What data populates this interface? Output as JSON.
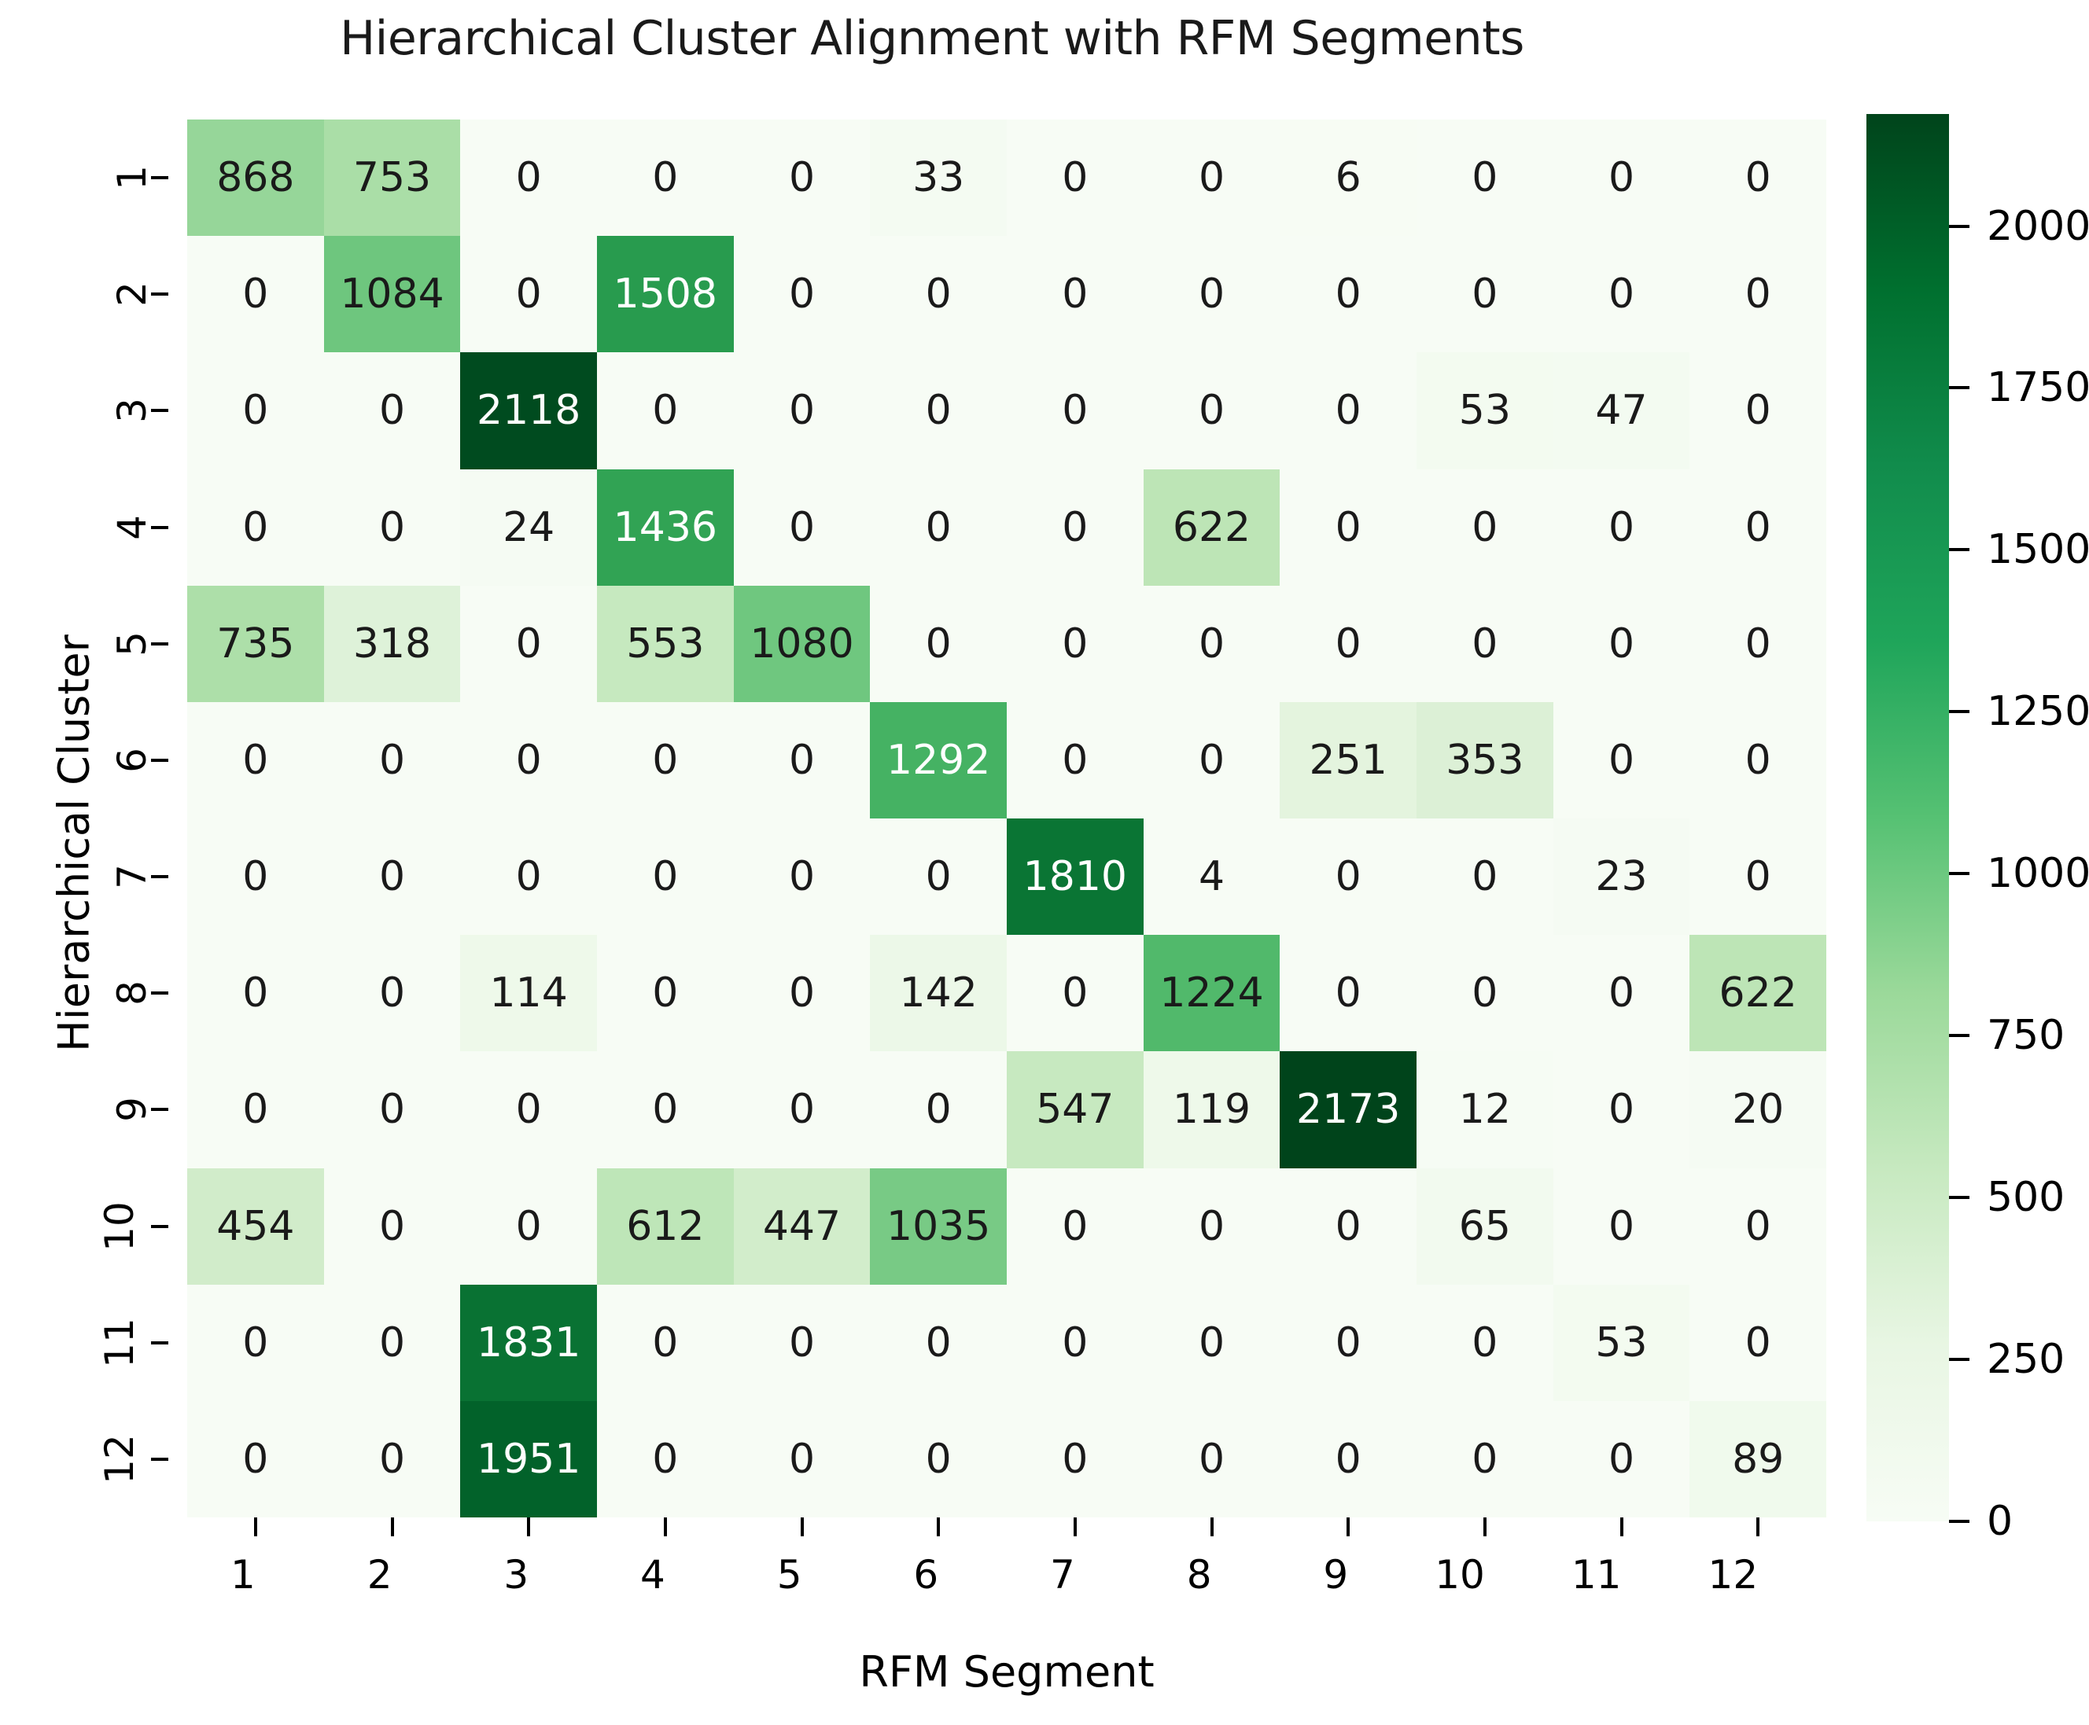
{
  "chart_data": {
    "type": "heatmap",
    "title": "Hierarchical Cluster Alignment with RFM Segments",
    "xlabel": "RFM Segment",
    "ylabel": "Hierarchical Cluster",
    "x_tick_labels": [
      "1",
      "2",
      "3",
      "4",
      "5",
      "6",
      "7",
      "8",
      "9",
      "10",
      "11",
      "12"
    ],
    "y_tick_labels": [
      "1",
      "2",
      "3",
      "4",
      "5",
      "6",
      "7",
      "8",
      "9",
      "10",
      "11",
      "12"
    ],
    "colormap": "Greens",
    "grid": false,
    "legend_position": "right-colorbar",
    "colorbar": {
      "ticks": [
        0,
        250,
        500,
        750,
        1000,
        1250,
        1500,
        1750,
        2000
      ],
      "tick_labels": [
        "0",
        "250",
        "500",
        "750",
        "1000",
        "1250",
        "1500",
        "1750",
        "2000"
      ],
      "vmin": 0,
      "vmax": 2173
    },
    "annotations": true,
    "values": [
      [
        868,
        753,
        0,
        0,
        0,
        33,
        0,
        0,
        6,
        0,
        0,
        0
      ],
      [
        0,
        1084,
        0,
        1508,
        0,
        0,
        0,
        0,
        0,
        0,
        0,
        0
      ],
      [
        0,
        0,
        2118,
        0,
        0,
        0,
        0,
        0,
        0,
        53,
        47,
        0
      ],
      [
        0,
        0,
        24,
        1436,
        0,
        0,
        0,
        622,
        0,
        0,
        0,
        0
      ],
      [
        735,
        318,
        0,
        553,
        1080,
        0,
        0,
        0,
        0,
        0,
        0,
        0
      ],
      [
        0,
        0,
        0,
        0,
        0,
        1292,
        0,
        0,
        251,
        353,
        0,
        0
      ],
      [
        0,
        0,
        0,
        0,
        0,
        0,
        1810,
        4,
        0,
        0,
        23,
        0
      ],
      [
        0,
        0,
        114,
        0,
        0,
        142,
        0,
        1224,
        0,
        0,
        0,
        622
      ],
      [
        0,
        0,
        0,
        0,
        0,
        0,
        547,
        119,
        2173,
        12,
        0,
        20
      ],
      [
        454,
        0,
        0,
        612,
        447,
        1035,
        0,
        0,
        0,
        65,
        0,
        0
      ],
      [
        0,
        0,
        1831,
        0,
        0,
        0,
        0,
        0,
        0,
        0,
        53,
        0
      ],
      [
        0,
        0,
        1951,
        0,
        0,
        0,
        0,
        0,
        0,
        0,
        0,
        89
      ]
    ]
  }
}
